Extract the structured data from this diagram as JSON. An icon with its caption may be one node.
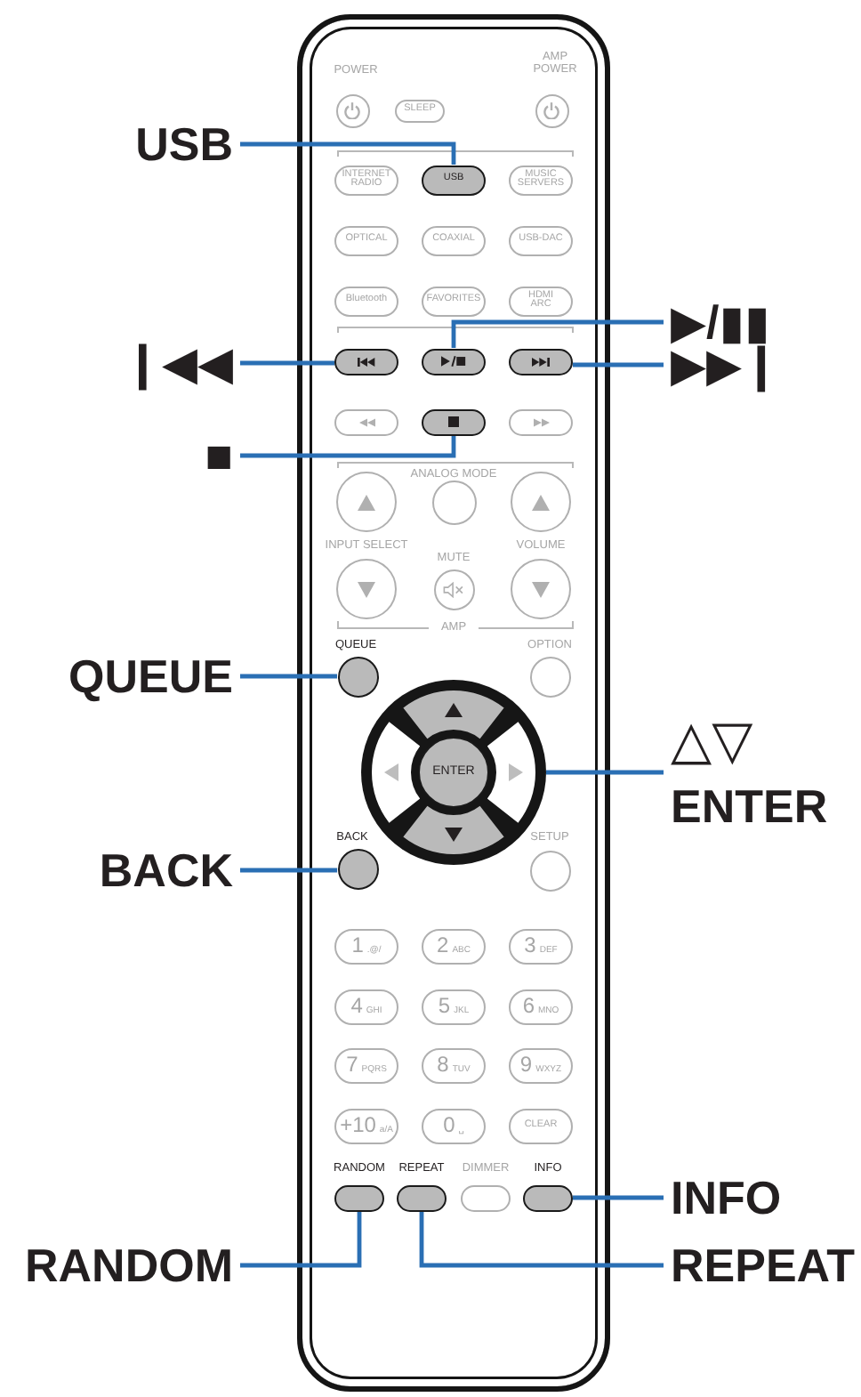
{
  "diagram": {
    "nodes": [
      {
        "text": [],
        "shape": "box"
      },
      {
        "text": [],
        "shape": "circle",
        "in": 0,
        "beside": [
          "POWER"
        ]
      },
      {
        "text": [
          "SLEEP"
        ],
        "in": 0
      },
      {
        "text": [],
        "shape": "circle",
        "in": 0,
        "beside": [
          "AMP POWER"
        ]
      },
      {
        "text": [
          "INTERNET RADIO"
        ],
        "in": 0
      },
      {
        "text": [
          "USB"
        ],
        "in": 0
      },
      {
        "text": [
          "MUSIC SERVERS"
        ],
        "in": 0
      },
      {
        "text": [
          "OPTICAL"
        ],
        "in": 0
      },
      {
        "text": [
          "COAXIAL"
        ],
        "in": 0
      },
      {
        "text": [
          "USB-DAC"
        ],
        "in": 0
      },
      {
        "text": [
          "Bluetooth"
        ],
        "in": 0
      },
      {
        "text": [
          "FAVORITES"
        ],
        "in": 0
      },
      {
        "text": [
          "HDMI ARC"
        ],
        "in": 0
      },
      {
        "text": [],
        "shape": "pill",
        "in": 0
      },
      {
        "text": [],
        "shape": "pill",
        "in": 0
      },
      {
        "text": [],
        "shape": "pill",
        "in": 0
      },
      {
        "text": [],
        "shape": "pill",
        "in": 0
      },
      {
        "text": [],
        "shape": "pill",
        "in": 0
      },
      {
        "text": [],
        "shape": "pill",
        "in": 0
      },
      {
        "text": [],
        "shape": "circle",
        "in": 0
      },
      {
        "text": [],
        "shape": "circle",
        "in": 0,
        "beside": [
          "ANALOG MODE"
        ]
      },
      {
        "text": [],
        "shape": "circle",
        "in": 0
      },
      {
        "text": [],
        "shape": "circle",
        "in": 0
      },
      {
        "text": [],
        "shape": "circle",
        "in": 0,
        "beside": [
          "MUTE"
        ]
      },
      {
        "text": [],
        "shape": "circle",
        "in": 0
      },
      {
        "text": [],
        "shape": "circle",
        "in": 0,
        "beside": [
          "QUEUE"
        ]
      },
      {
        "text": [],
        "shape": "circle",
        "in": 0,
        "beside": [
          "OPTION"
        ]
      },
      {
        "text": [],
        "shape": "circle",
        "in": 0
      },
      {
        "text": [
          "ENTER"
        ],
        "in": 27
      },
      {
        "text": [],
        "shape": "circle",
        "in": 0,
        "beside": [
          "BACK"
        ]
      },
      {
        "text": [],
        "shape": "circle",
        "in": 0,
        "beside": [
          "SETUP"
        ]
      },
      {
        "text": [
          "1",
          ".@/"
        ],
        "in": 0
      },
      {
        "text": [
          "2",
          "ABC"
        ],
        "in": 0
      },
      {
        "text": [
          "3",
          "DEF"
        ],
        "in": 0
      },
      {
        "text": [
          "4",
          "GHI"
        ],
        "in": 0
      },
      {
        "text": [
          "5",
          "JKL"
        ],
        "in": 0
      },
      {
        "text": [
          "6",
          "MNO"
        ],
        "in": 0
      },
      {
        "text": [
          "7",
          "PQRS"
        ],
        "in": 0
      },
      {
        "text": [
          "8",
          "TUV"
        ],
        "in": 0
      },
      {
        "text": [
          "9",
          "WXYZ"
        ],
        "in": 0
      },
      {
        "text": [
          "+10",
          "a/A"
        ],
        "in": 0
      },
      {
        "text": [
          "0",
          "␣"
        ],
        "in": 0
      },
      {
        "text": [
          "CLEAR"
        ],
        "in": 0
      },
      {
        "text": [],
        "shape": "pill",
        "in": 0,
        "beside": [
          "RANDOM"
        ]
      },
      {
        "text": [],
        "shape": "pill",
        "in": 0,
        "beside": [
          "REPEAT"
        ]
      },
      {
        "text": [],
        "shape": "pill",
        "in": 0,
        "beside": [
          "DIMMER"
        ]
      },
      {
        "text": [],
        "shape": "pill",
        "in": 0,
        "beside": [
          "INFO"
        ]
      },
      {
        "text": [
          "USB"
        ]
      },
      {
        "text": [
          "▶/▮▮"
        ]
      },
      {
        "text": [
          "❙◀◀"
        ]
      },
      {
        "text": [
          "▶▶❙"
        ]
      },
      {
        "text": [
          "■"
        ]
      },
      {
        "text": [
          "QUEUE"
        ]
      },
      {
        "text": [
          "△▽",
          "ENTER"
        ]
      },
      {
        "text": [
          "BACK"
        ]
      },
      {
        "text": [
          "INFO"
        ]
      },
      {
        "text": [
          "RANDOM"
        ]
      },
      {
        "text": [
          "REPEAT"
        ]
      }
    ],
    "edges": [
      {
        "from": 47,
        "to": 5,
        "arrow": "none"
      },
      {
        "from": 48,
        "to": 14,
        "arrow": "none"
      },
      {
        "from": 49,
        "to": 13,
        "arrow": "none"
      },
      {
        "from": 50,
        "to": 15,
        "arrow": "none"
      },
      {
        "from": 51,
        "to": 17,
        "arrow": "none"
      },
      {
        "from": 52,
        "to": 25,
        "arrow": "none"
      },
      {
        "from": 53,
        "to": 27,
        "arrow": "none"
      },
      {
        "from": 54,
        "to": 29,
        "arrow": "none"
      },
      {
        "from": 55,
        "to": 46,
        "arrow": "none"
      },
      {
        "from": 56,
        "to": 43,
        "arrow": "none"
      },
      {
        "from": 57,
        "to": 44,
        "arrow": "none"
      }
    ],
    "labels": [
      "INPUT SELECT",
      "VOLUME",
      "AMP"
    ]
  }
}
